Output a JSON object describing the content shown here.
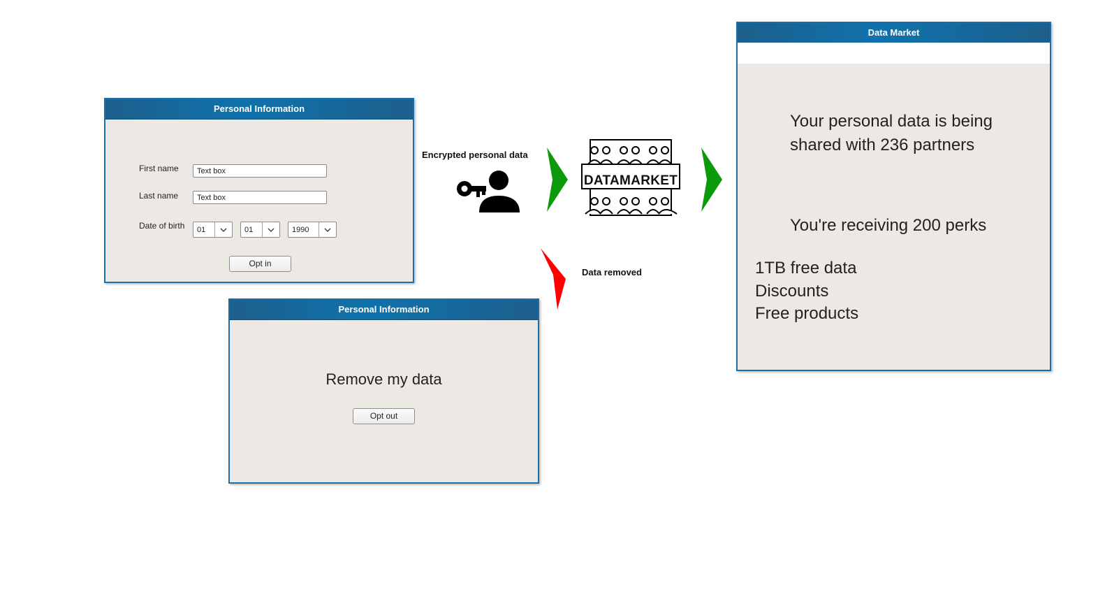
{
  "form_window": {
    "title": "Personal Information",
    "first_name_label": "First name",
    "first_name_value": "Text box",
    "last_name_label": "Last name",
    "last_name_value": "Text box",
    "dob_label": "Date of birth",
    "dob_day": "01",
    "dob_month": "01",
    "dob_year": "1990",
    "opt_in_label": "Opt in"
  },
  "remove_window": {
    "title": "Personal Information",
    "message": "Remove my data",
    "opt_out_label": "Opt out"
  },
  "flow": {
    "encrypted_caption": "Encrypted personal data",
    "datamarket_label": "DATAMARKET",
    "removed_caption": "Data removed",
    "forward_arrow_color": "#0a9a0a",
    "removed_arrow_color": "#ff0000"
  },
  "market_window": {
    "title": "Data Market",
    "sharing_line1": "Your personal data is being",
    "sharing_line2": "shared with 236 partners",
    "perks_line": "You're receiving 200 perks",
    "perks": [
      "1TB free data",
      "Discounts",
      "Free products"
    ]
  }
}
